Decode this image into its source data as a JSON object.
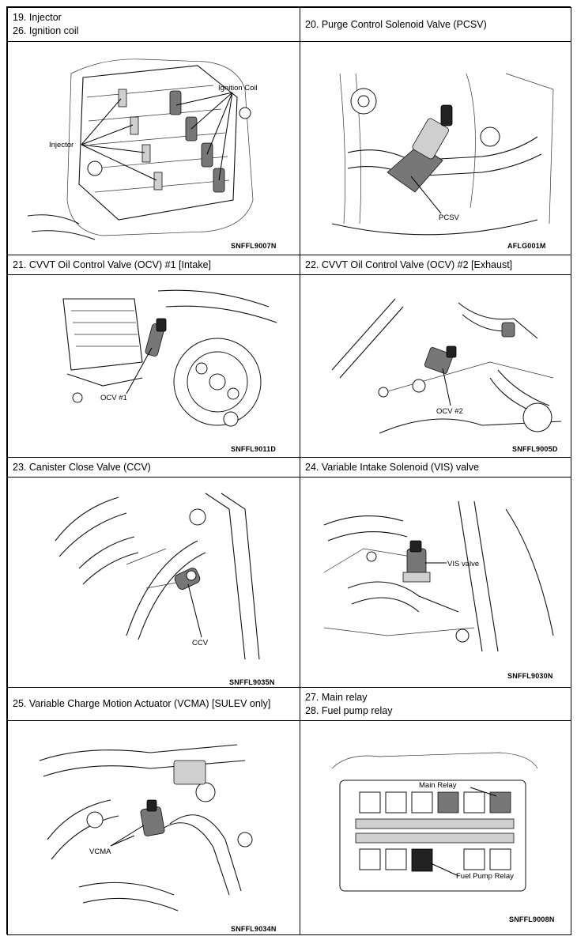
{
  "cells": [
    {
      "heading": [
        "19. Injector",
        "26. Ignition coil"
      ],
      "code": "SNFFL9007N",
      "labels": {
        "a": "Ignition Coil",
        "b": "Injector"
      }
    },
    {
      "heading": [
        "20. Purge Control Solenoid Valve (PCSV)"
      ],
      "code": "AFLG001M",
      "labels": {
        "a": "PCSV"
      }
    },
    {
      "heading": [
        "21. CVVT Oil Control Valve (OCV) #1 [Intake]"
      ],
      "code": "SNFFL9011D",
      "labels": {
        "a": "OCV #1"
      }
    },
    {
      "heading": [
        "22. CVVT Oil Control Valve (OCV) #2 [Exhaust]"
      ],
      "code": "SNFFL9005D",
      "labels": {
        "a": "OCV #2"
      }
    },
    {
      "heading": [
        "23. Canister Close Valve (CCV)"
      ],
      "code": "SNFFL9035N",
      "labels": {
        "a": "CCV"
      }
    },
    {
      "heading": [
        "24. Variable Intake Solenoid (VIS) valve"
      ],
      "code": "SNFFL9030N",
      "labels": {
        "a": "VIS valve"
      }
    },
    {
      "heading": [
        "25. Variable Charge Motion Actuator (VCMA) [SULEV only]"
      ],
      "code": "SNFFL9034N",
      "labels": {
        "a": "VCMA"
      }
    },
    {
      "heading": [
        "27. Main relay",
        "28. Fuel pump relay"
      ],
      "code": "SNFFL9008N",
      "labels": {
        "a": "Main Relay",
        "b": "Fuel Pump Relay"
      }
    }
  ]
}
